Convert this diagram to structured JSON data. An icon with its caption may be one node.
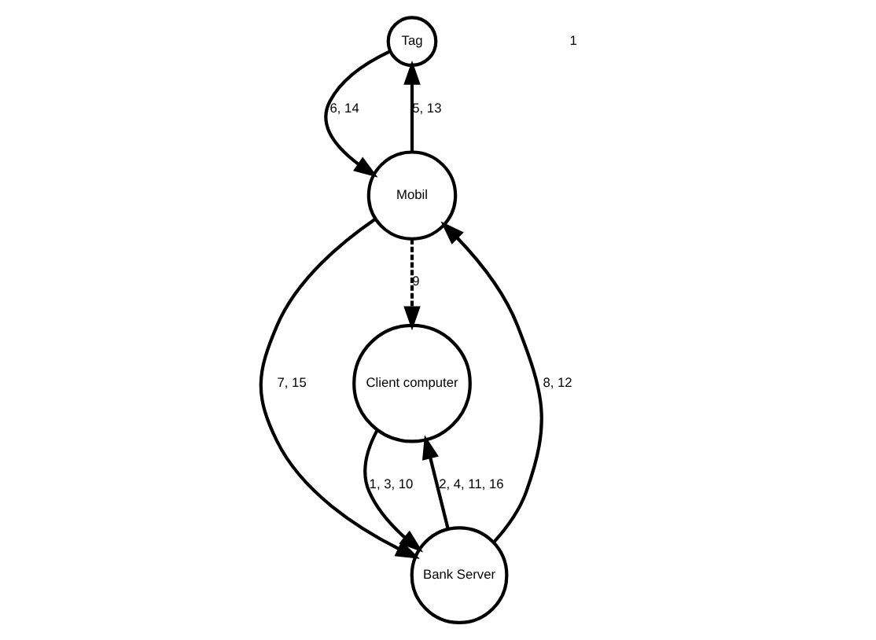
{
  "diagram": {
    "nodes": [
      {
        "text": [
          "Tag"
        ]
      },
      {
        "text": [
          "Mobil"
        ]
      },
      {
        "text": [
          "Bank Server"
        ]
      },
      {
        "text": [
          "Client computer"
        ]
      }
    ],
    "edges": [
      {
        "from": 0,
        "to": 1,
        "arrow": "to",
        "label": "6, 14"
      },
      {
        "from": 1,
        "to": 0,
        "arrow": "to",
        "label": "5, 13"
      },
      {
        "from": 1,
        "to": 3,
        "arrow": "to",
        "label": "9",
        "style": "dashed"
      },
      {
        "from": 2,
        "to": 1,
        "arrow": "to",
        "label": "8, 12"
      },
      {
        "from": 1,
        "to": 2,
        "arrow": "to",
        "label": "7, 15"
      },
      {
        "from": 2,
        "to": 3,
        "arrow": "to",
        "label": "2, 4, 11, 16"
      },
      {
        "from": 3,
        "to": 2,
        "arrow": "to",
        "label": "1, 3, 10"
      }
    ],
    "labels": [
      "1"
    ]
  }
}
